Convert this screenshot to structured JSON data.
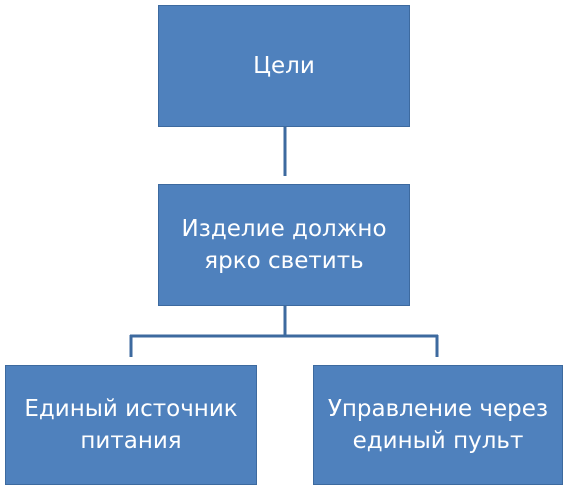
{
  "diagram": {
    "type": "org-tree",
    "colors": {
      "node_fill": "#4f81bd",
      "node_border": "#3d6a9f",
      "connector": "#3d6a9f",
      "text": "#ffffff"
    },
    "nodes": [
      {
        "id": "root",
        "label_lines": [
          "Цели"
        ]
      },
      {
        "id": "mid",
        "label_lines": [
          "Изделие должно",
          "ярко светить"
        ]
      },
      {
        "id": "left",
        "label_lines": [
          "Единый источник",
          "питания"
        ]
      },
      {
        "id": "right",
        "label_lines": [
          "Управление через",
          "единый пульт"
        ]
      }
    ],
    "edges": [
      {
        "from": "root",
        "to": "mid"
      },
      {
        "from": "mid",
        "to": "left"
      },
      {
        "from": "mid",
        "to": "right"
      }
    ]
  }
}
